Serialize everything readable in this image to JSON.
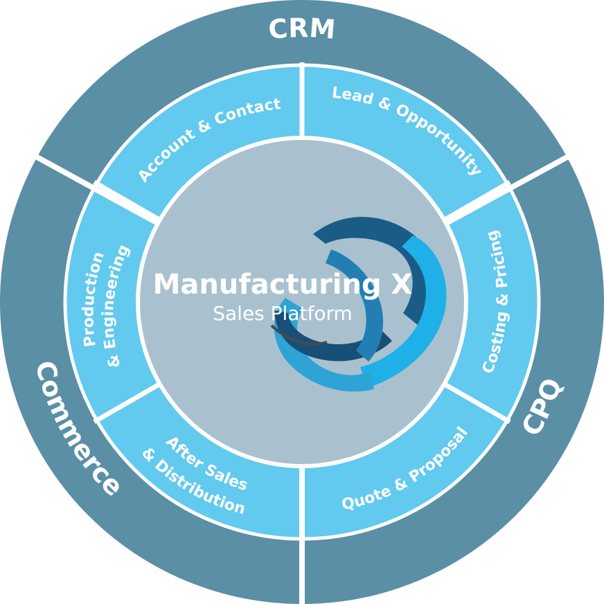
{
  "colors": {
    "outer_ring": "#5a8fa5",
    "inner_ring": "#62c9ef",
    "center": "#a9c1cf",
    "divider": "#ffffff",
    "logo_dark": "#1a5c86",
    "logo_light": "#1fb0e8",
    "logo_mid": "#2ea3d6"
  },
  "outer_segments": [
    {
      "label": "CRM"
    },
    {
      "label": "CPQ"
    },
    {
      "label": "Commerce"
    }
  ],
  "inner_segments": [
    {
      "lines": [
        "Account & Contact"
      ]
    },
    {
      "lines": [
        "Lead & Opportunity"
      ]
    },
    {
      "lines": [
        "Costing & Pricing"
      ]
    },
    {
      "lines": [
        "Quote & Proposal"
      ]
    },
    {
      "lines": [
        "After Sales",
        "& Distribution"
      ]
    },
    {
      "lines": [
        "Production",
        "& Engineering"
      ]
    }
  ],
  "center": {
    "title": "Manufacturing X",
    "subtitle": "Sales Platform"
  },
  "logo_icon": "three-ribbon-loop-icon"
}
